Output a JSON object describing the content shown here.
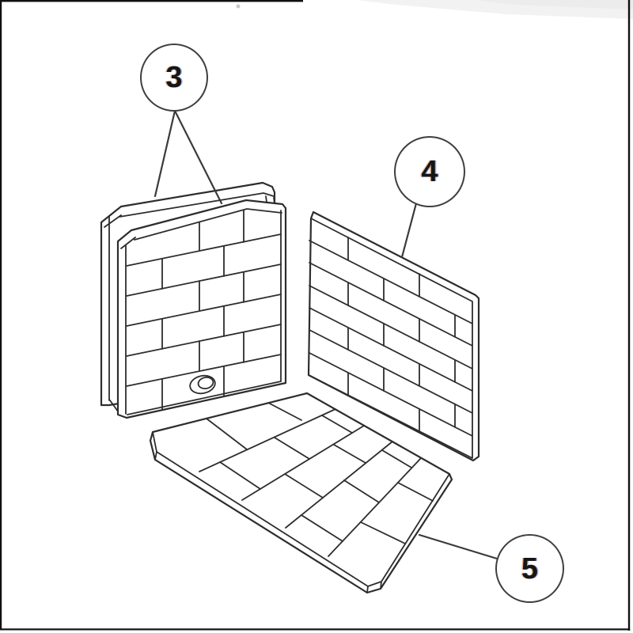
{
  "callouts": [
    {
      "number": "3"
    },
    {
      "number": "4"
    },
    {
      "number": "5"
    }
  ],
  "colors": {
    "background": "#ffffff",
    "line_art": "#2d2d2d",
    "callout_ring": "#3f3f3f",
    "callout_text": "#161616",
    "page_border_marks": "#111111",
    "scan_shadow": "#f2f2f2"
  }
}
